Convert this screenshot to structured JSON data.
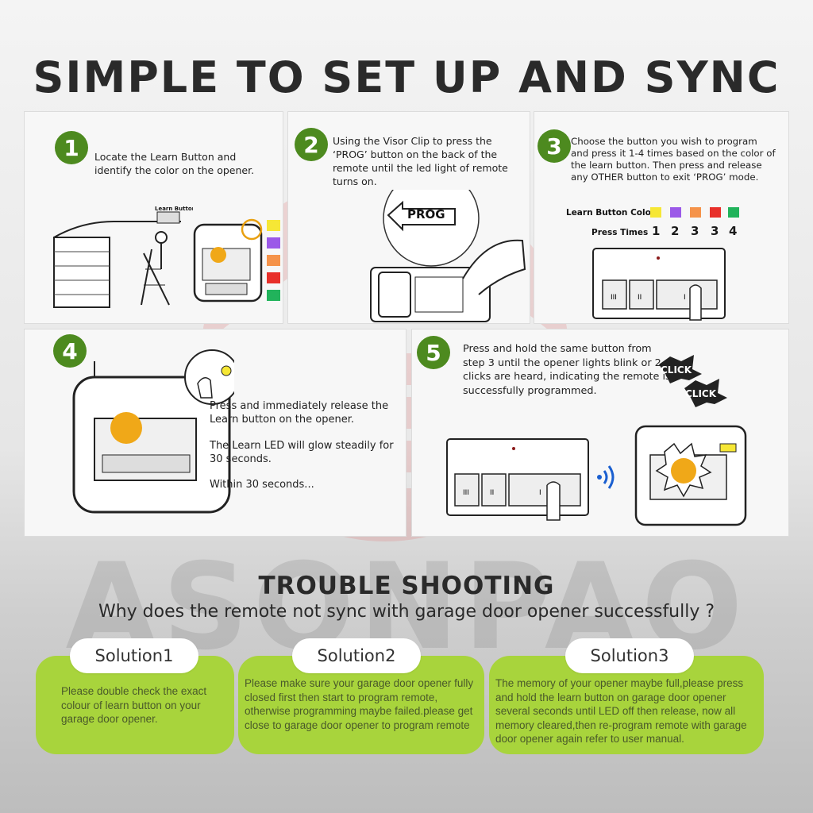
{
  "header": {
    "title": "SIMPLE TO SET UP AND SYNC"
  },
  "watermark": {
    "brand": "ASONPAO"
  },
  "steps": [
    {
      "num": "1",
      "text": "Locate the Learn Button and identify the color on the opener.",
      "label": "Learn Button"
    },
    {
      "num": "2",
      "text": "Using the Visor Clip to press the ‘PROG’ button on the back of the remote until the led light of remote turns on.",
      "label": "PROG"
    },
    {
      "num": "3",
      "text": "Choose the button you wish to program and press it 1-4 times based on the color of the learn button. Then press and release any OTHER button to exit ‘PROG’ mode.",
      "color_label": "Learn Button Color",
      "press_label": "Press Times",
      "press_times": [
        "1",
        "2",
        "3",
        "3",
        "4"
      ]
    },
    {
      "num": "4",
      "text1": "Press and immediately release the Learn button on the opener.",
      "text2": "The Learn LED will glow steadily for 30 seconds.",
      "text3": "Within 30 seconds..."
    },
    {
      "num": "5",
      "text": "Press and hold the same button from step 3 until the opener lights blink or 2 clicks are heard, indicating the remote is successfully programmed.",
      "click1": "CLICK",
      "click2": "CLICK"
    }
  ],
  "learn_colors": [
    "#f6e735",
    "#9b59e8",
    "#f5934a",
    "#e8302a",
    "#21b35b"
  ],
  "troubleshooting": {
    "title": "TROUBLE SHOOTING",
    "subtitle": "Why does the remote not sync with garage door opener successfully ?",
    "solutions": [
      {
        "label": "Solution1",
        "text": "Please double check the exact colour of learn button on your garage door opener."
      },
      {
        "label": "Solution2",
        "text": "Please make sure your garage door opener fully closed first then start to program remote, otherwise programming maybe failed.please get close to garage door opener to program remote"
      },
      {
        "label": "Solution3",
        "text": "The memory of your opener maybe full,please press and hold the learn button on garage door opener several seconds until LED off then release, now all memory cleared,then re-program remote with garage door opener again refer to user manual."
      }
    ]
  }
}
